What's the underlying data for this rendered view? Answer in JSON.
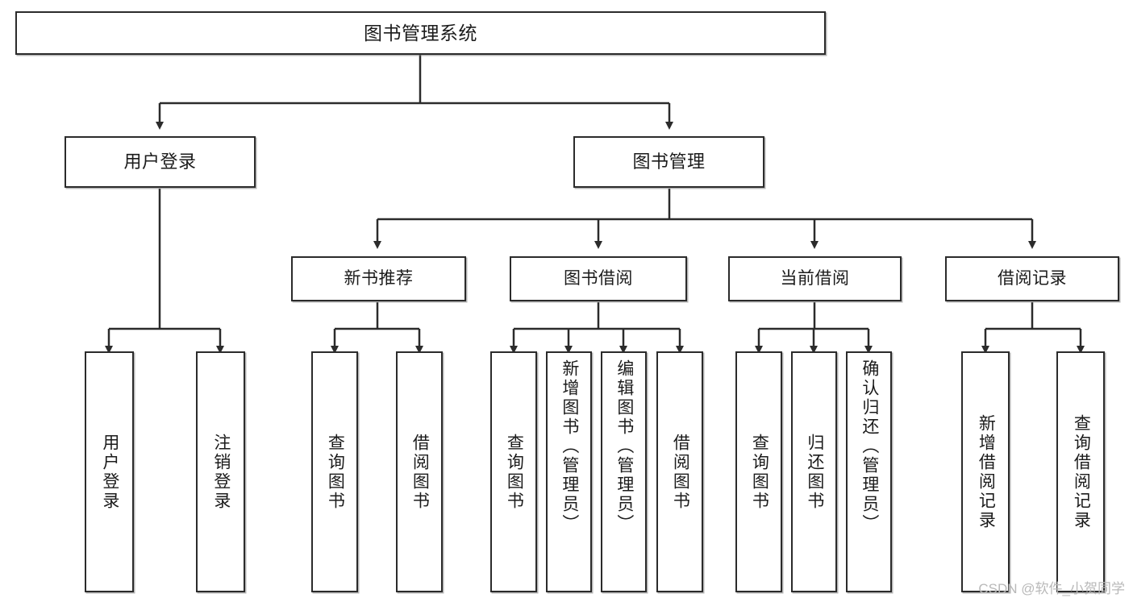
{
  "diagram": {
    "title": "图书管理系统",
    "type": "tree-hierarchy-diagram",
    "watermark": "CSDN @软件_小贺同学",
    "colors": {
      "background": "#ffffff",
      "box_border": "#2b2b2b",
      "box_fill": "#ffffff",
      "text": "#1b1b1b",
      "edge": "#2b2b2b",
      "watermark": "#b9b9b9"
    },
    "nodes": {
      "root": {
        "label": "图书管理系统",
        "level": 1
      },
      "level2": [
        {
          "id": "user-login",
          "label": "用户登录"
        },
        {
          "id": "book-management",
          "label": "图书管理"
        }
      ],
      "level3": [
        {
          "id": "new-book-recommend",
          "label": "新书推荐"
        },
        {
          "id": "book-borrow",
          "label": "图书借阅"
        },
        {
          "id": "current-borrow",
          "label": "当前借阅"
        },
        {
          "id": "borrow-record",
          "label": "借阅记录"
        }
      ],
      "leaves": {
        "user-login": [
          {
            "id": "leaf-user-login",
            "label": "用户登录"
          },
          {
            "id": "leaf-logout-login",
            "label": "注销登录"
          }
        ],
        "new-book-recommend": [
          {
            "id": "leaf-query-book-1",
            "label": "查询图书"
          },
          {
            "id": "leaf-borrow-book-1",
            "label": "借阅图书"
          }
        ],
        "book-borrow": [
          {
            "id": "leaf-query-book-2",
            "label": "查询图书"
          },
          {
            "id": "leaf-add-book",
            "label": "新增图书（管理员）"
          },
          {
            "id": "leaf-edit-book",
            "label": "编辑图书（管理员）"
          },
          {
            "id": "leaf-borrow-book-2",
            "label": "借阅图书"
          }
        ],
        "current-borrow": [
          {
            "id": "leaf-query-book-3",
            "label": "查询图书"
          },
          {
            "id": "leaf-return-book",
            "label": "归还图书"
          },
          {
            "id": "leaf-confirm-return",
            "label": "确认归还（管理员）"
          }
        ],
        "borrow-record": [
          {
            "id": "leaf-add-record",
            "label": "新增借阅记录"
          },
          {
            "id": "leaf-query-record",
            "label": "查询借阅记录"
          }
        ]
      }
    }
  }
}
